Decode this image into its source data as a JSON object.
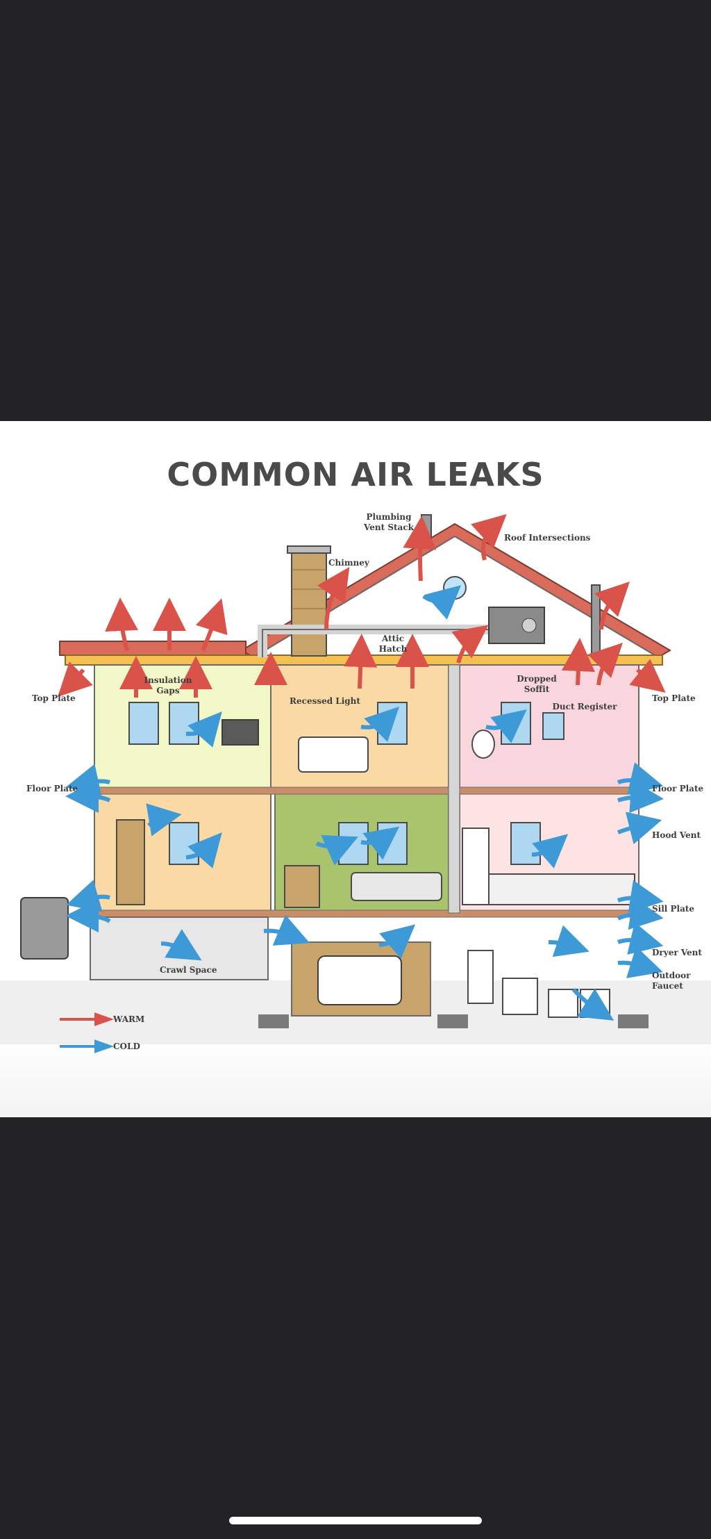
{
  "infographic": {
    "title": "COMMON AIR LEAKS",
    "labels": {
      "plumbing_vent_stack_1": "Plumbing",
      "plumbing_vent_stack_2": "Vent Stack",
      "roof_intersections": "Roof Intersections",
      "chimney": "Chimney",
      "attic_hatch_1": "Attic",
      "attic_hatch_2": "Hatch",
      "insulation_gaps_1": "Insulation",
      "insulation_gaps_2": "Gaps",
      "dropped_soffit_1": "Dropped",
      "dropped_soffit_2": "Soffit",
      "top_plate_left": "Top Plate",
      "top_plate_right": "Top Plate",
      "recessed_light": "Recessed Light",
      "duct_register": "Duct Register",
      "floor_plate_left": "Floor Plate",
      "floor_plate_right": "Floor Plate",
      "hood_vent": "Hood Vent",
      "sill_plate": "Sill Plate",
      "dryer_vent": "Dryer Vent",
      "outdoor_faucet_1": "Outdoor",
      "outdoor_faucet_2": "Faucet",
      "crawl_space": "Crawl Space"
    },
    "legend": {
      "warm_label": "WARM",
      "cold_label": "COLD",
      "warm_color": "#d9534a",
      "cold_color": "#3d9ad6"
    },
    "colors": {
      "roof": "#d96b5a",
      "left_room": "#f2f7c8",
      "middle_room": "#fbd9a5",
      "right_room": "#f9d6dd",
      "living_room": "#a9c46c",
      "insulation": "#f4c052"
    }
  }
}
